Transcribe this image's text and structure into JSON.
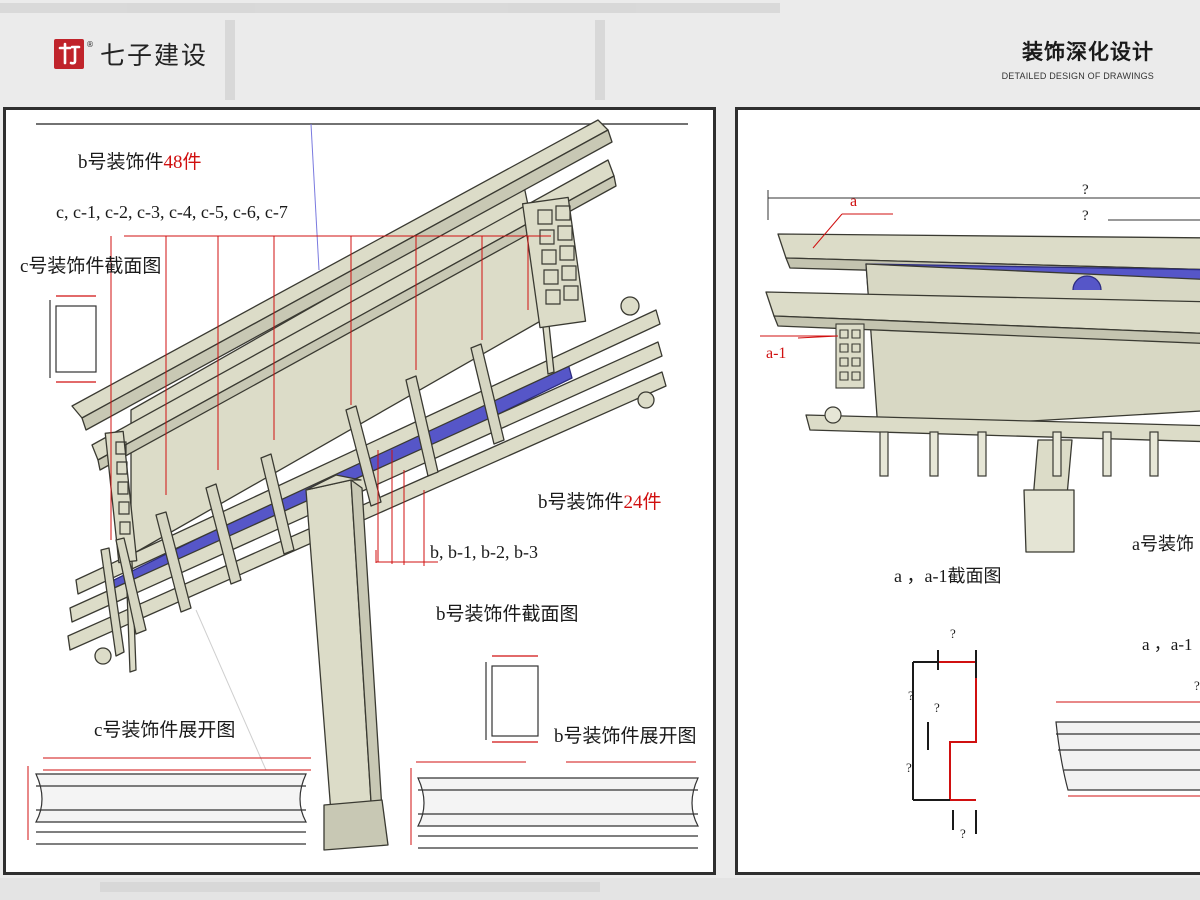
{
  "header": {
    "company_name": "七子建设",
    "registered_mark": "®",
    "section_title_cn": "装饰深化设计",
    "section_title_en": "DETAILED DESIGN OF DRAWINGS"
  },
  "left_panel": {
    "label_b48_prefix": "b号装饰件",
    "label_b48_count": "48件",
    "label_c_series": "c, c-1, c-2, c-3, c-4, c-5, c-6, c-7",
    "label_c_section": "c号装饰件截面图",
    "label_b24_prefix": "b号装饰件",
    "label_b24_count": "24件",
    "label_b_series": "b, b-1, b-2, b-3",
    "label_b_section": "b号装饰件截面图",
    "label_c_unfold": "c号装饰件展开图",
    "label_b_unfold": "b号装饰件展开图"
  },
  "right_panel": {
    "label_a": "a",
    "label_a1": "a-1",
    "label_q": "?",
    "label_a_cut": "a号装饰",
    "label_section": "a ，a-1截面图",
    "label_a_list_cut": "a ，a-1",
    "dim_marks": [
      "?",
      "?",
      "?",
      "?",
      "?",
      "?"
    ]
  },
  "colors": {
    "logo_red": "#c0242b",
    "annotation_red": "#d01010",
    "structure_beige": "#dcdcc8",
    "structure_outline": "#3a3a32",
    "underside_blue": "#5656c8"
  },
  "icons": [
    "brand-logo-icon"
  ]
}
